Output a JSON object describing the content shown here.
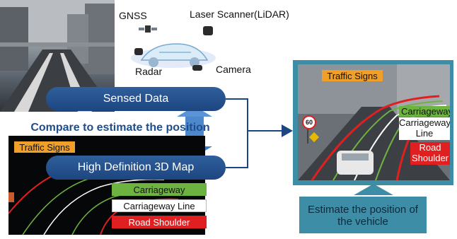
{
  "sensors": {
    "gnss": "GNSS",
    "lidar": "Laser Scanner(LiDAR)",
    "radar": "Radar",
    "camera": "Camera"
  },
  "flow": {
    "sensed_data": "Sensed Data",
    "compare": "Compare to estimate the position",
    "hd_map": "High Definition 3D Map",
    "estimate": "Estimate the position of the vehicle"
  },
  "map_panel": {
    "traffic_signs": "Traffic Signs",
    "legend": [
      {
        "label": "Carriageway",
        "color": "#6db33f"
      },
      {
        "label": "Carriageway Line",
        "color": "#ffffff"
      },
      {
        "label": "Road Shoulder",
        "color": "#e02020"
      }
    ]
  },
  "result_panel": {
    "traffic_signs": "Traffic Signs",
    "sign_value": "60",
    "legend": [
      {
        "label": "Carriageway",
        "color": "#6db33f"
      },
      {
        "label": "Carriageway Line",
        "color": "#ffffff"
      },
      {
        "label": "Road Shoulder",
        "color": "#e02020"
      }
    ]
  },
  "colors": {
    "pill": "#1d4680",
    "arrow": "#3a78c9",
    "panel": "#3d8da6",
    "traffic_sign_tag": "#f0a028"
  }
}
